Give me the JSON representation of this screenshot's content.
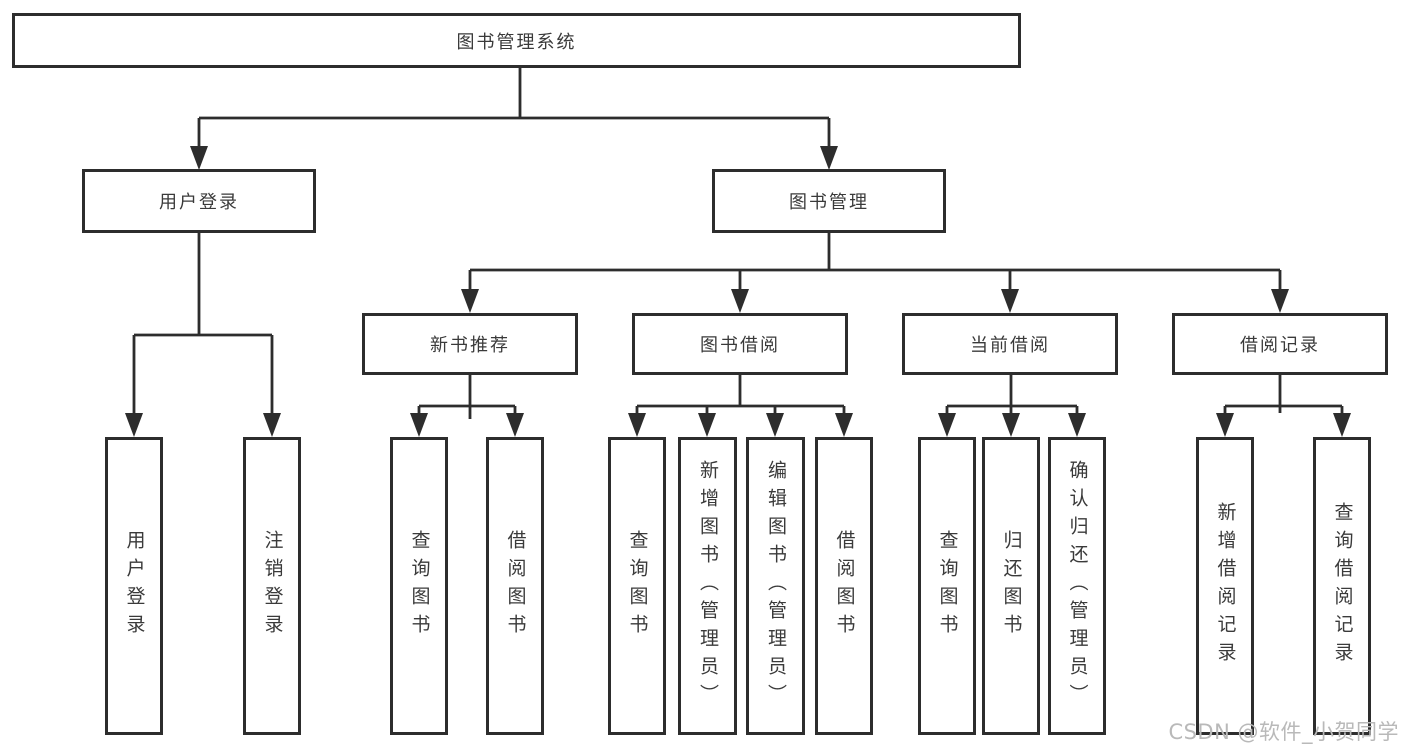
{
  "diagram": {
    "root": {
      "label": "图书管理系统"
    },
    "level2": {
      "user_login": {
        "label": "用户登录"
      },
      "book_mgmt": {
        "label": "图书管理"
      }
    },
    "level3": {
      "new_books": {
        "label": "新书推荐"
      },
      "book_borrow": {
        "label": "图书借阅"
      },
      "current_borrow": {
        "label": "当前借阅"
      },
      "borrow_records": {
        "label": "借阅记录"
      }
    },
    "leaves": {
      "user_login": [
        "用户登录",
        "注销登录"
      ],
      "new_books": [
        "查询图书",
        "借阅图书"
      ],
      "book_borrow": [
        "查询图书",
        "新增图书（管理员）",
        "编辑图书（管理员）",
        "借阅图书"
      ],
      "current_borrow": [
        "查询图书",
        "归还图书",
        "确认归还（管理员）"
      ],
      "borrow_records": [
        "新增借阅记录",
        "查询借阅记录"
      ]
    }
  },
  "watermark": "CSDN @软件_小贺同学",
  "colors": {
    "line": "#2d2d2d",
    "text": "#3a3a3a",
    "watermark": "#b9b9b9",
    "background": "#ffffff"
  }
}
